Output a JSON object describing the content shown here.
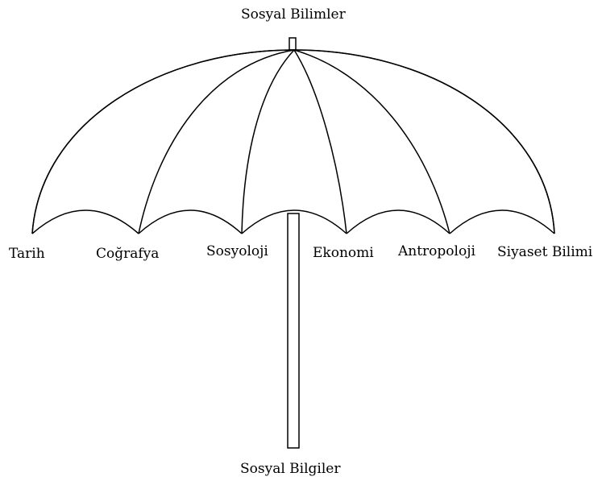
{
  "diagram": {
    "top_label": "Sosyal Bilimler",
    "bottom_label": "Sosyal Bilgiler",
    "rib_labels": [
      "Tarih",
      "Coğrafya",
      "Sosyoloji",
      "Ekonomi",
      "Antropoloji",
      "Siyaset Bilimi"
    ]
  },
  "colors": {
    "stroke": "#000000",
    "background": "#ffffff"
  }
}
